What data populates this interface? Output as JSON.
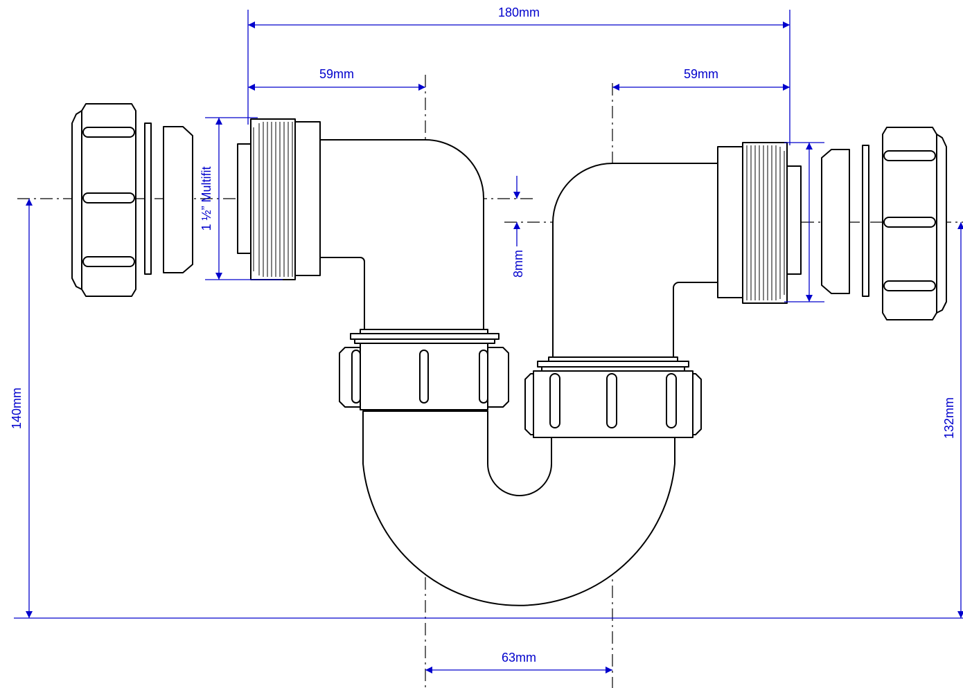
{
  "colors": {
    "dimension": "#0000cc",
    "outline": "#000000",
    "background": "#ffffff"
  },
  "dimensions": {
    "overall_width": "180mm",
    "inlet_offset_left": "59mm",
    "inlet_offset_right": "59mm",
    "outlet_spacing": "63mm",
    "overall_height": "140mm",
    "outlet_height": "132mm",
    "inlet_drop": "8mm",
    "connection_size": "1 ½” Multifit"
  }
}
